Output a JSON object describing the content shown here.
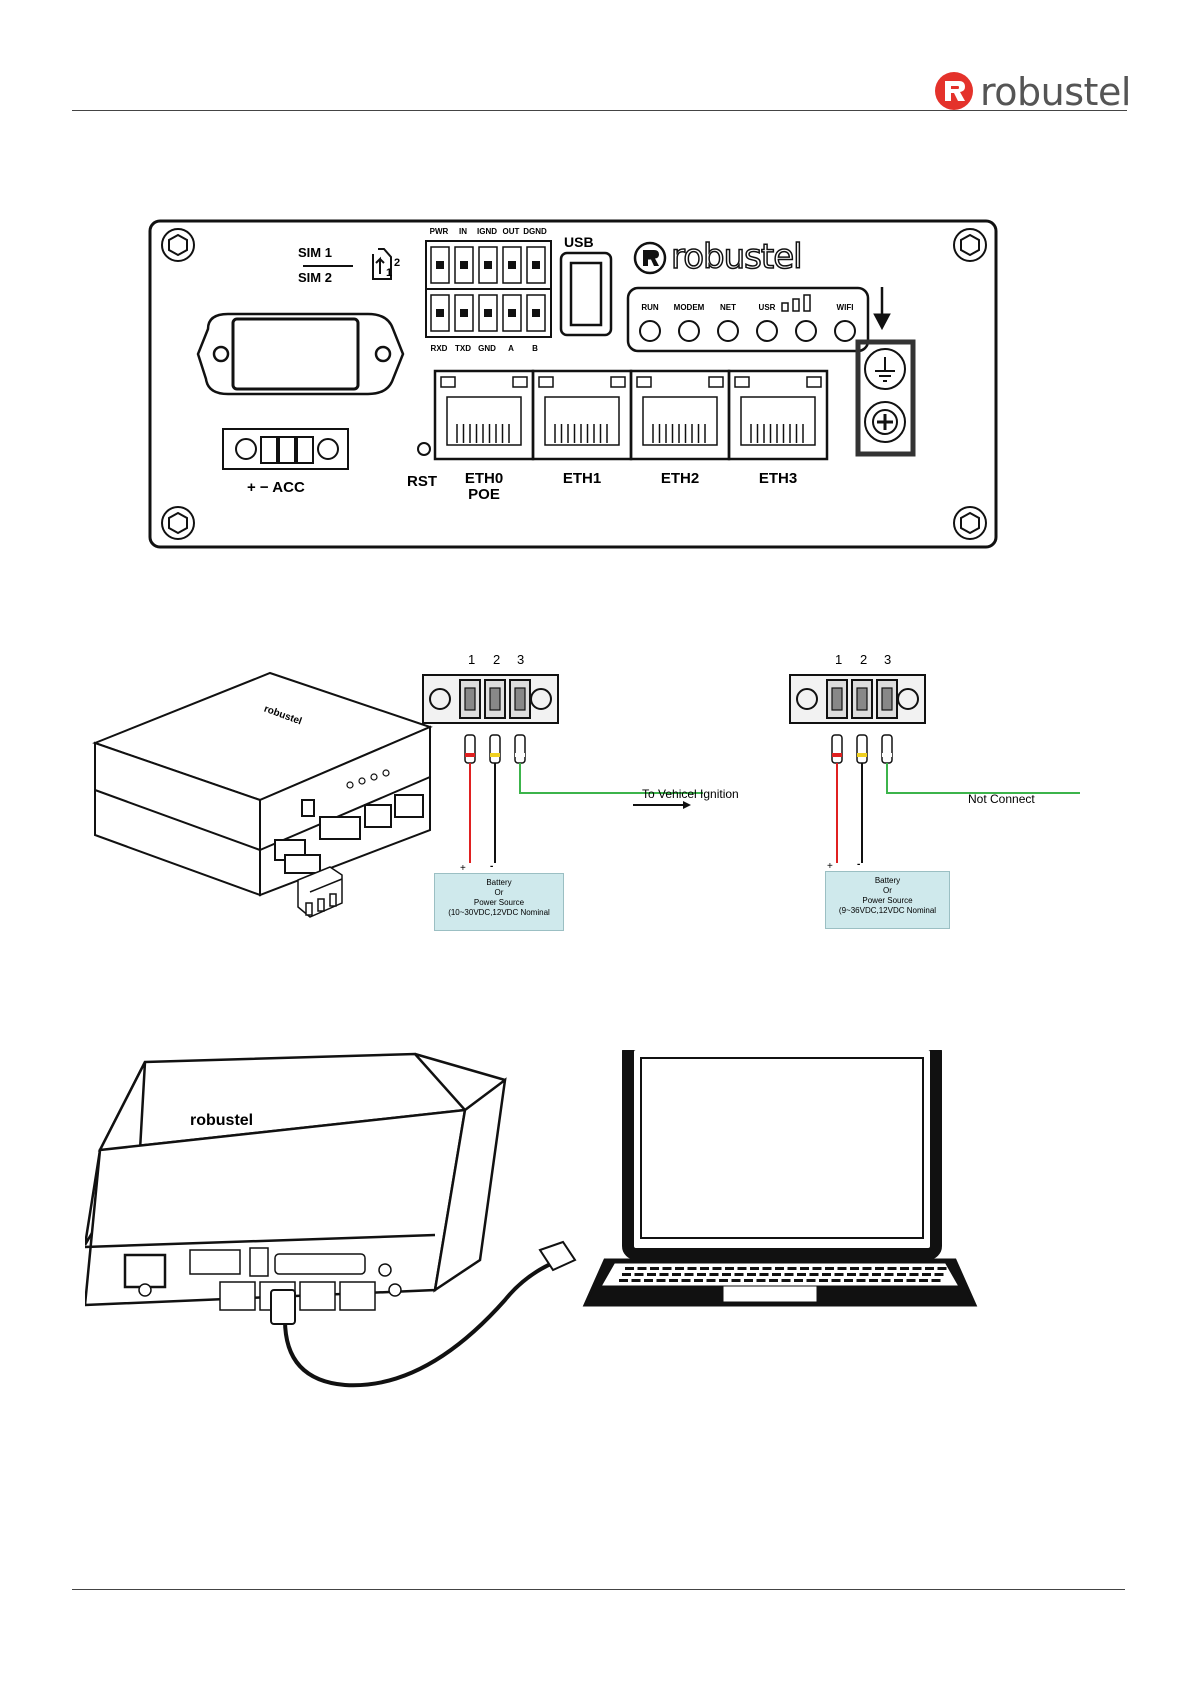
{
  "header": {
    "brand": "robustel",
    "accent_color": "#e4322b"
  },
  "panel": {
    "sim_top": "SIM 1",
    "sim_bottom": "SIM 2",
    "sim_slot_marks": [
      "1",
      "2"
    ],
    "terminal_top": [
      "PWR",
      "IN",
      "IGND",
      "OUT",
      "DGND"
    ],
    "terminal_bottom": [
      "RXD",
      "TXD",
      "GND",
      "A",
      "B"
    ],
    "usb_label": "USB",
    "brand": "robustel",
    "led_labels": [
      "RUN",
      "MODEM",
      "NET",
      "USR",
      "",
      "WIFI"
    ],
    "power_label": "+ − ACC",
    "reset_label": "RST",
    "ports": [
      {
        "name": "ETH0",
        "sub": "POE"
      },
      {
        "name": "ETH1",
        "sub": ""
      },
      {
        "name": "ETH2",
        "sub": ""
      },
      {
        "name": "ETH3",
        "sub": ""
      }
    ]
  },
  "wiring": {
    "left": {
      "pins": [
        "1",
        "2",
        "3"
      ],
      "plus": "+",
      "minus": "-",
      "box_lines": [
        "Battery",
        "Or",
        "Power Source",
        "(10~30VDC,12VDC Nominal"
      ],
      "signal_label": "To Vehicel Ignition"
    },
    "right": {
      "pins": [
        "1",
        "2",
        "3"
      ],
      "plus": "+",
      "minus": "-",
      "box_lines": [
        "Battery",
        "Or",
        "Power Source",
        "(9~36VDC,12VDC Nominal"
      ],
      "signal_label": "Not Connect"
    },
    "device_brand": "robustel"
  },
  "connection": {
    "device_brand": "robustel"
  },
  "colors": {
    "red_wire": "#e02020",
    "green_wire": "#3cb44b",
    "box_fill": "#cfe9ec",
    "ground_highlight": "#333333"
  }
}
